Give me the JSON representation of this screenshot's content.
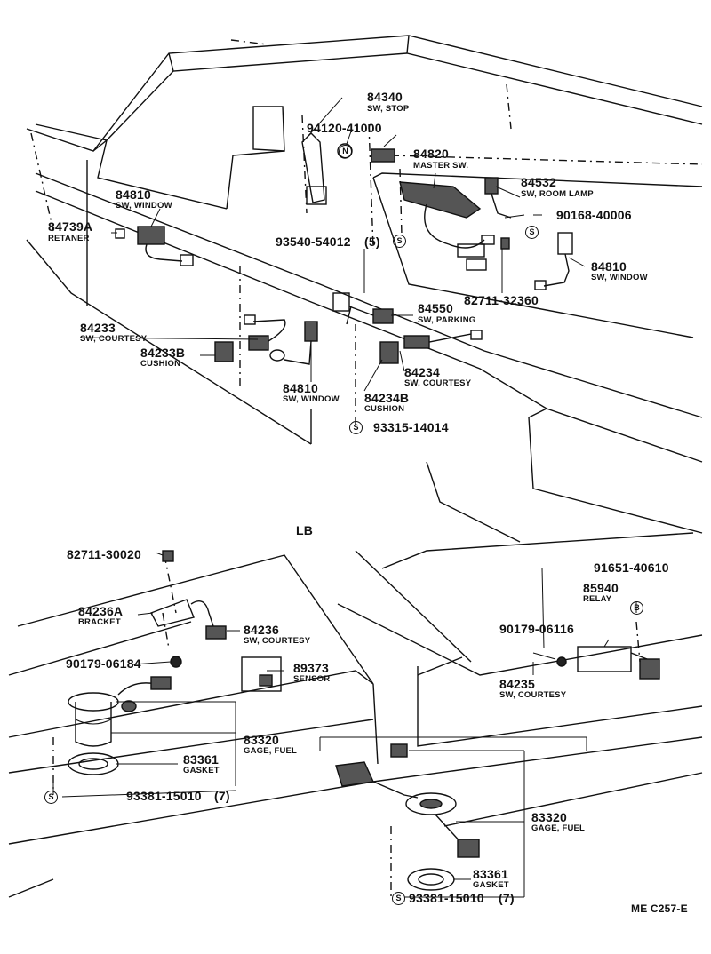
{
  "section_label": "LB",
  "figure_code": "ME C257-E",
  "circled_symbols": {
    "screw": "S",
    "nut": "N",
    "bolt": "B"
  },
  "parts": [
    {
      "id": "p84340",
      "number": "84340",
      "desc": "SW, STOP"
    },
    {
      "id": "p94120",
      "number": "94120-41000",
      "desc": ""
    },
    {
      "id": "p84820",
      "number": "84820",
      "desc": "MASTER SW."
    },
    {
      "id": "p84532",
      "number": "84532",
      "desc": "SW, ROOM LAMP"
    },
    {
      "id": "p90168",
      "number": "90168-40006",
      "desc": ""
    },
    {
      "id": "p84810a",
      "number": "84810",
      "desc": "SW, WINDOW"
    },
    {
      "id": "p84739a",
      "number": "84739A",
      "desc": "RETANER"
    },
    {
      "id": "p93540",
      "number": "93540-54012",
      "qty": "(5)",
      "desc": ""
    },
    {
      "id": "p84810b",
      "number": "84810",
      "desc": "SW, WINDOW"
    },
    {
      "id": "p82711a",
      "number": "82711-32360",
      "desc": ""
    },
    {
      "id": "p84550",
      "number": "84550",
      "desc": "SW, PARKING"
    },
    {
      "id": "p84233",
      "number": "84233",
      "desc": "SW, COURTESY"
    },
    {
      "id": "p84233b",
      "number": "84233B",
      "desc": "CUSHION"
    },
    {
      "id": "p84234",
      "number": "84234",
      "desc": "SW, COURTESY"
    },
    {
      "id": "p84810c",
      "number": "84810",
      "desc": "SW, WINDOW"
    },
    {
      "id": "p84234b",
      "number": "84234B",
      "desc": "CUSHION"
    },
    {
      "id": "p93315",
      "number": "93315-14014",
      "desc": ""
    },
    {
      "id": "p82711b",
      "number": "82711-30020",
      "desc": ""
    },
    {
      "id": "p91651",
      "number": "91651-40610",
      "desc": ""
    },
    {
      "id": "p85940",
      "number": "85940",
      "desc": "RELAY"
    },
    {
      "id": "p84236a",
      "number": "84236A",
      "desc": "BRACKET"
    },
    {
      "id": "p84236",
      "number": "84236",
      "desc": "SW, COURTESY"
    },
    {
      "id": "p90179a",
      "number": "90179-06116",
      "desc": ""
    },
    {
      "id": "p90179b",
      "number": "90179-06184",
      "desc": ""
    },
    {
      "id": "p89373",
      "number": "89373",
      "desc": "SENSOR"
    },
    {
      "id": "p84235",
      "number": "84235",
      "desc": "SW, COURTESY"
    },
    {
      "id": "p83320a",
      "number": "83320",
      "desc": "GAGE, FUEL"
    },
    {
      "id": "p83361a",
      "number": "83361",
      "desc": "GASKET"
    },
    {
      "id": "p93381a",
      "number": "93381-15010",
      "qty": "(7)",
      "desc": ""
    },
    {
      "id": "p83320b",
      "number": "83320",
      "desc": "GAGE, FUEL"
    },
    {
      "id": "p83361b",
      "number": "83361",
      "desc": "GASKET"
    },
    {
      "id": "p93381b",
      "number": "93381-15010",
      "qty": "(7)",
      "desc": ""
    }
  ]
}
